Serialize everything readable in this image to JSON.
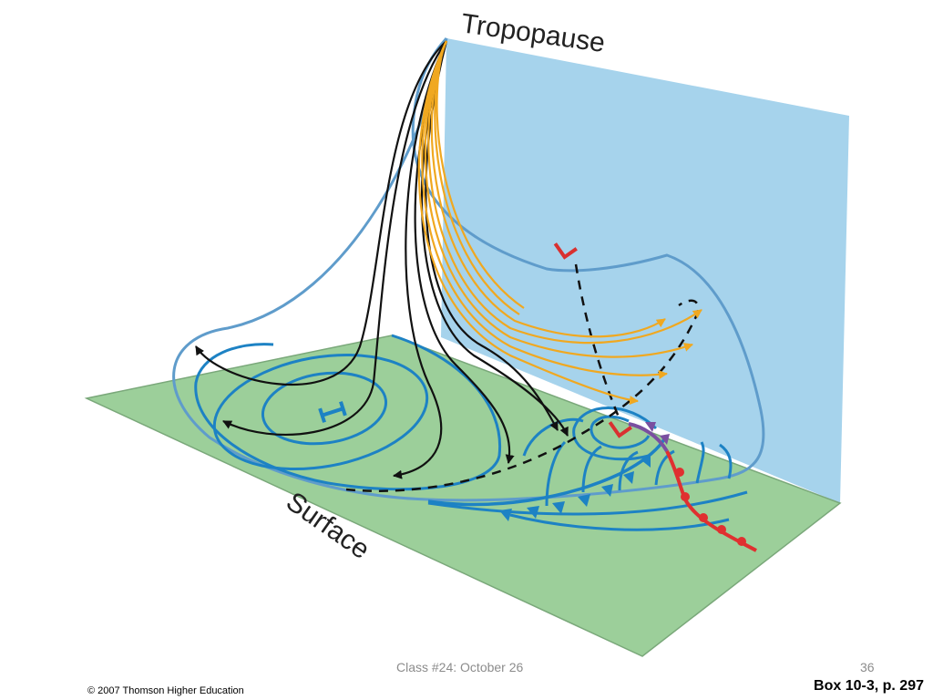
{
  "diagram": {
    "tropopause_label": "Tropopause",
    "surface_label": "Surface",
    "high_symbol": "H",
    "low_symbol": "L",
    "colors": {
      "surface_plane": "#9ccf9a",
      "vertical_plane": "#a6d3ec",
      "isobar": "#1d82c4",
      "outline": "#5f9ccb",
      "descending_flow": "#111111",
      "ascending_flow": "#f0a820",
      "cold_front": "#1d82c4",
      "warm_front": "#e03030",
      "occluded_front": "#7a4fa0",
      "low_marker": "#d93030",
      "high_marker": "#1d82c4"
    }
  },
  "footer": {
    "class_info": "Class #24:  October 26",
    "page_number": "36",
    "copyright": "© 2007 Thomson Higher Education",
    "source": "Box 10-3, p. 297"
  }
}
